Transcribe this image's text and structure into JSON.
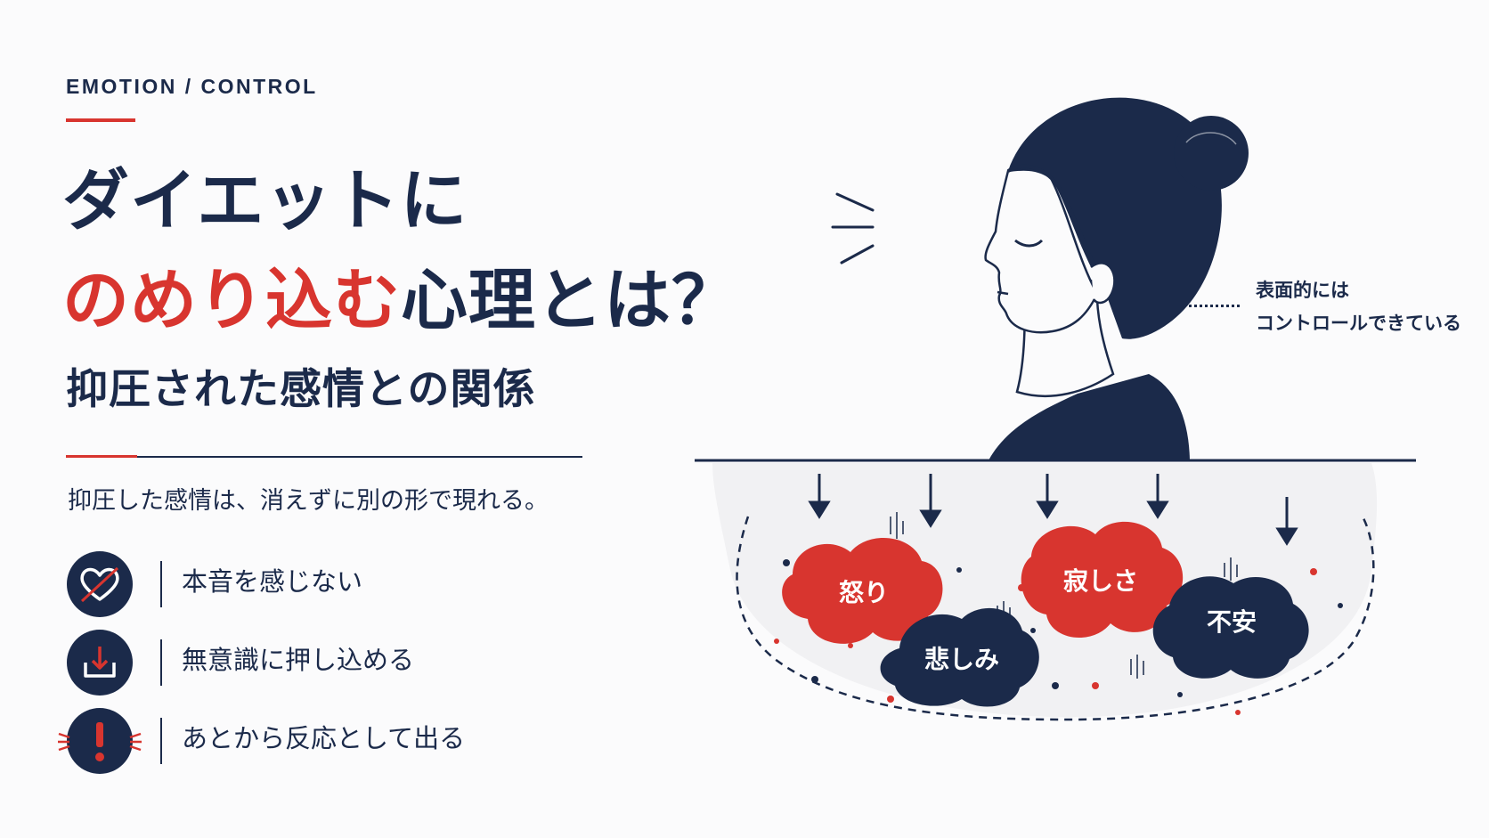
{
  "header": {
    "eyebrow": "EMOTION / CONTROL",
    "title_line1": "ダイエットに",
    "title_line2_highlight": "のめり込む",
    "title_line2_rest": "心理とは？",
    "subtitle": "抑圧された感情との関係"
  },
  "lead": "抑圧した感情は、消えずに別の形で現れる。",
  "features": [
    {
      "icon": "crossed-heart-icon",
      "label": "本音を感じない"
    },
    {
      "icon": "download-tray-icon",
      "label": "無意識に押し込める"
    },
    {
      "icon": "exclamation-icon",
      "label": "あとから反応として出る"
    }
  ],
  "annotation": {
    "line1": "表面的には",
    "line2": "コントロールできている"
  },
  "emotions": {
    "anger": "怒り",
    "sadness": "悲しみ",
    "loneliness": "寂しさ",
    "anxiety": "不安"
  },
  "colors": {
    "navy": "#1b2a4a",
    "red": "#d8352f",
    "background": "#fbfbfc"
  }
}
